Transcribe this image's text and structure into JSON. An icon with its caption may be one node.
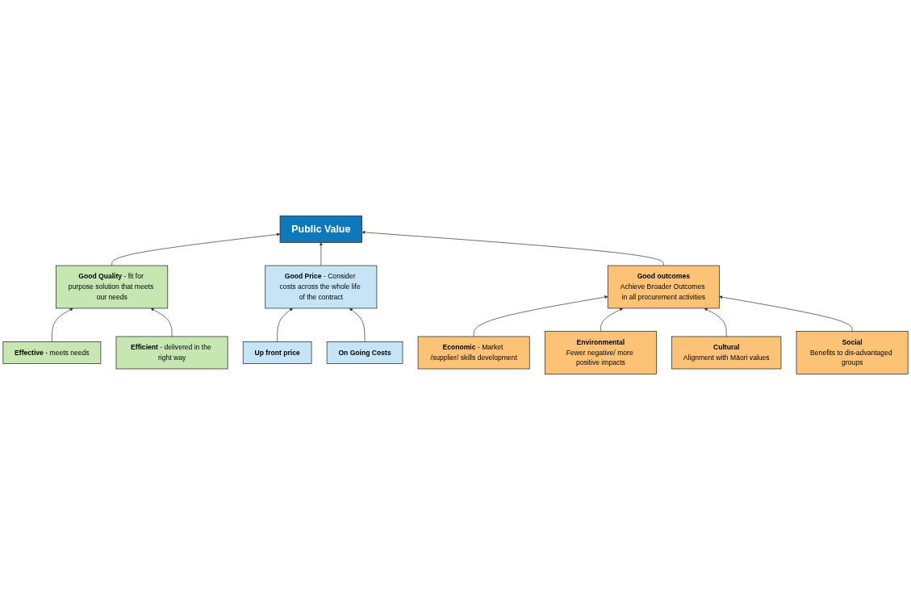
{
  "diagram": {
    "nodes": [
      {
        "text": [
          "**Good Quality** - fit for purpose solution that meets our needs"
        ]
      },
      {
        "text": [
          "**Good Price** - Consider costs across the whole life of the contract"
        ]
      },
      {
        "text": [
          "**Effective** - meets needs"
        ]
      },
      {
        "text": [
          "**Efficient** - delivered in the right way"
        ]
      },
      {
        "text": [
          "Public Value"
        ]
      },
      {
        "text": [
          "Up front price"
        ]
      },
      {
        "text": [
          "On Going Costs"
        ]
      },
      {
        "text": [
          "Good outcomes",
          "Achieve Broader Outcomes in all procurement activities"
        ]
      },
      {
        "text": [
          "**Economic** - Market /supplier/ skills development"
        ]
      },
      {
        "text": [
          "Environmental",
          "Fewer negative/ more positive impacts"
        ]
      },
      {
        "text": [
          "Cultural",
          "Alignment with Māori values"
        ]
      },
      {
        "text": [
          "Social",
          "Benefits to dis-advantaged groups"
        ]
      }
    ],
    "edges": [
      {
        "from": 0,
        "to": 4,
        "arrow": "to"
      },
      {
        "from": 1,
        "to": 4,
        "arrow": "to"
      },
      {
        "from": 2,
        "to": 0,
        "arrow": "to"
      },
      {
        "from": 3,
        "to": 0,
        "arrow": "to"
      },
      {
        "from": 5,
        "to": 1,
        "arrow": "to"
      },
      {
        "from": 6,
        "to": 1,
        "arrow": "to"
      },
      {
        "from": 7,
        "to": 4,
        "arrow": "to"
      },
      {
        "from": 8,
        "to": 7,
        "arrow": "to"
      },
      {
        "from": 9,
        "to": 7,
        "arrow": "to"
      },
      {
        "from": 10,
        "to": 7,
        "arrow": "to"
      },
      {
        "from": 11,
        "to": 7,
        "arrow": "to"
      }
    ]
  }
}
